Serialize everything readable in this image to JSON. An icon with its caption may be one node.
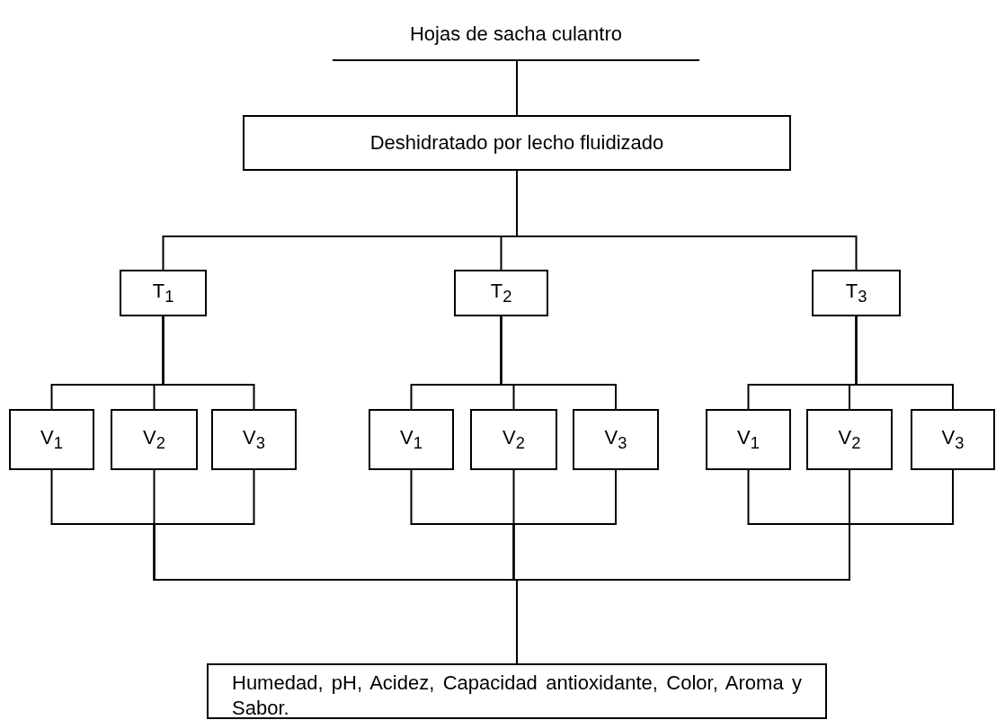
{
  "diagram": {
    "nodes": [
      {
        "text": [
          "Hojas de sacha culantro"
        ]
      },
      {
        "text": [
          "Deshidratado por lecho fluidizado"
        ]
      },
      {
        "text": [
          "T$_{1}$"
        ]
      },
      {
        "text": [
          "T$_{2}$"
        ]
      },
      {
        "text": [
          "T$_{3}$"
        ]
      },
      {
        "text": [
          "V$_{1}$"
        ]
      },
      {
        "text": [
          "V$_{2}$"
        ]
      },
      {
        "text": [
          "V$_{3}$"
        ]
      },
      {
        "text": [
          "V$_{1}$"
        ]
      },
      {
        "text": [
          "V$_{2}$"
        ]
      },
      {
        "text": [
          "V$_{3}$"
        ]
      },
      {
        "text": [
          "V$_{1}$"
        ]
      },
      {
        "text": [
          "V$_{2}$"
        ]
      },
      {
        "text": [
          "V$_{3}$"
        ]
      },
      {
        "text": [
          "Humedad, pH, Acidez, Capacidad antioxidante, Color, Aroma y Sabor."
        ]
      }
    ],
    "edges": [
      {
        "from": 0,
        "to": 1,
        "arrow": "none"
      },
      {
        "from": 1,
        "to": 2,
        "arrow": "none"
      },
      {
        "from": 1,
        "to": 3,
        "arrow": "none"
      },
      {
        "from": 1,
        "to": 4,
        "arrow": "none"
      },
      {
        "from": 2,
        "to": 5,
        "arrow": "none"
      },
      {
        "from": 2,
        "to": 6,
        "arrow": "none"
      },
      {
        "from": 2,
        "to": 7,
        "arrow": "none"
      },
      {
        "from": 3,
        "to": 8,
        "arrow": "none"
      },
      {
        "from": 3,
        "to": 9,
        "arrow": "none"
      },
      {
        "from": 3,
        "to": 10,
        "arrow": "none"
      },
      {
        "from": 4,
        "to": 11,
        "arrow": "none"
      },
      {
        "from": 4,
        "to": 12,
        "arrow": "none"
      },
      {
        "from": 4,
        "to": 13,
        "arrow": "none"
      },
      {
        "from": 5,
        "to": 14,
        "arrow": "none"
      },
      {
        "from": 6,
        "to": 14,
        "arrow": "none"
      },
      {
        "from": 7,
        "to": 14,
        "arrow": "none"
      },
      {
        "from": 8,
        "to": 14,
        "arrow": "none"
      },
      {
        "from": 9,
        "to": 14,
        "arrow": "none"
      },
      {
        "from": 10,
        "to": 14,
        "arrow": "none"
      },
      {
        "from": 11,
        "to": 14,
        "arrow": "none"
      },
      {
        "from": 12,
        "to": 14,
        "arrow": "none"
      },
      {
        "from": 13,
        "to": 14,
        "arrow": "none"
      }
    ]
  }
}
